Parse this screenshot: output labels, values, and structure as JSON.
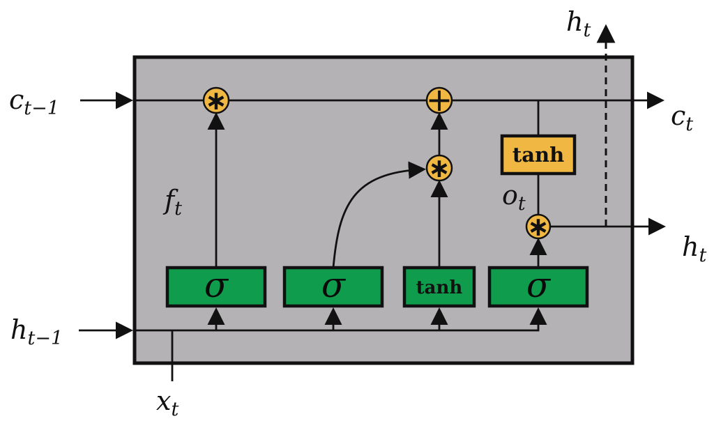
{
  "colors": {
    "background": "#ffffff",
    "cell_fill": "#b4b2b4",
    "gate_fill": "#0f9c4c",
    "op_fill": "#f0b843",
    "stroke": "#111111"
  },
  "labels": {
    "cell_state_in": {
      "main": "c",
      "sub": "t−1"
    },
    "cell_state_out": {
      "main": "c",
      "sub": "t"
    },
    "hidden_in": {
      "main": "h",
      "sub": "t−1"
    },
    "hidden_out_top": {
      "main": "h",
      "sub": "t"
    },
    "hidden_out_right": {
      "main": "h",
      "sub": "t"
    },
    "input": {
      "main": "x",
      "sub": "t"
    },
    "forget_gate": {
      "main": "f",
      "sub": "t"
    },
    "output_gate": {
      "main": "o",
      "sub": "t"
    }
  },
  "gates": [
    {
      "label": "σ"
    },
    {
      "label": "σ"
    },
    {
      "label": "tanh"
    },
    {
      "label": "σ"
    }
  ],
  "activation": {
    "label": "tanh"
  },
  "operators": {
    "forget_multiply": "∗",
    "state_add": "+",
    "input_multiply": "∗",
    "output_multiply": "∗"
  }
}
